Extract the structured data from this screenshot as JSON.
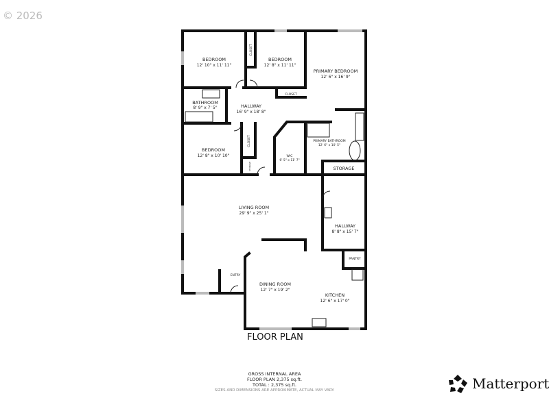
{
  "copyright": "© 2026",
  "title": "FLOOR PLAN",
  "rooms": [
    {
      "name": "BEDROOM",
      "dim": "12' 10\" x 11' 11\""
    },
    {
      "name": "BEDROOM",
      "dim": "12' 8\" x 11' 11\""
    },
    {
      "name": "PRIMARY BEDROOM",
      "dim": "12' 6\" x 16' 9\""
    },
    {
      "name": "BATHROOM",
      "dim": "8' 9\" x 7' 5\""
    },
    {
      "name": "HALLWAY",
      "dim": "16' 9\" x 18' 8\""
    },
    {
      "name": "BEDROOM",
      "dim": "12' 8\" x 10' 10\""
    },
    {
      "name": "WIC",
      "dim": "6' 5\" x 11' 7\""
    },
    {
      "name": "PRIMARY BATHROOM",
      "dim": "12' 6\" x 10' 5\""
    },
    {
      "name": "LIVING ROOM",
      "dim": "29' 9\" x 25' 1\""
    },
    {
      "name": "HALLWAY",
      "dim": "8' 8\" x 15' 7\""
    },
    {
      "name": "DINING ROOM",
      "dim": "12' 7\" x 19' 2\""
    },
    {
      "name": "KITCHEN",
      "dim": "12' 6\" x 17' 0\""
    }
  ],
  "small_labels": {
    "closet": "CLOSET",
    "storage": "STORAGE",
    "storage_small": "STORAGE",
    "entry": "ENTRY",
    "pantry": "PANTRY"
  },
  "area": {
    "heading": "GROSS INTERNAL AREA",
    "floor": "FLOOR PLAN 2,375 sq.ft.",
    "total": "TOTAL :  2,375 sq.ft.",
    "disclaimer": "SIZES AND DIMENSIONS ARE APPROXIMATE, ACTUAL MAY VARY."
  },
  "brand": "Matterport®"
}
